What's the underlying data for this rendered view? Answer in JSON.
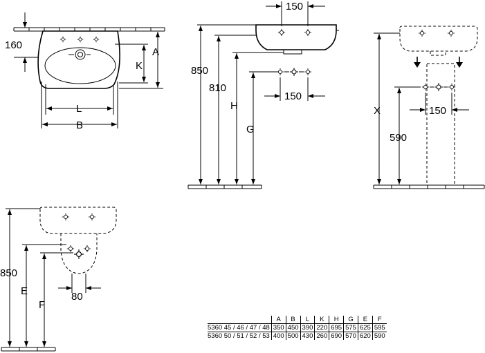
{
  "views": {
    "top": {
      "dim_depth": "160",
      "dim_a": "A",
      "dim_k": "K",
      "dim_l": "L",
      "dim_b": "B"
    },
    "side": {
      "dim_tap_spacing_top": "150",
      "dim_850": "850",
      "dim_810": "810",
      "dim_h": "H",
      "dim_g": "G",
      "dim_tap_spacing": "150"
    },
    "front_pedestal": {
      "dim_x": "X",
      "dim_590": "590",
      "dim_150": "150"
    },
    "front_half_pedestal": {
      "dim_850": "850",
      "dim_e": "E",
      "dim_f": "F",
      "dim_80": "80"
    }
  },
  "table": {
    "columns": [
      "A",
      "B",
      "L",
      "K",
      "H",
      "G",
      "E",
      "F"
    ],
    "rows": [
      {
        "model": "5360 45 / 46 / 47 / 48",
        "values": [
          "350",
          "450",
          "390",
          "220",
          "695",
          "575",
          "625",
          "595"
        ]
      },
      {
        "model": "5360 50 / 51 / 52 / 53",
        "values": [
          "400",
          "500",
          "430",
          "260",
          "690",
          "570",
          "620",
          "590"
        ]
      }
    ]
  }
}
